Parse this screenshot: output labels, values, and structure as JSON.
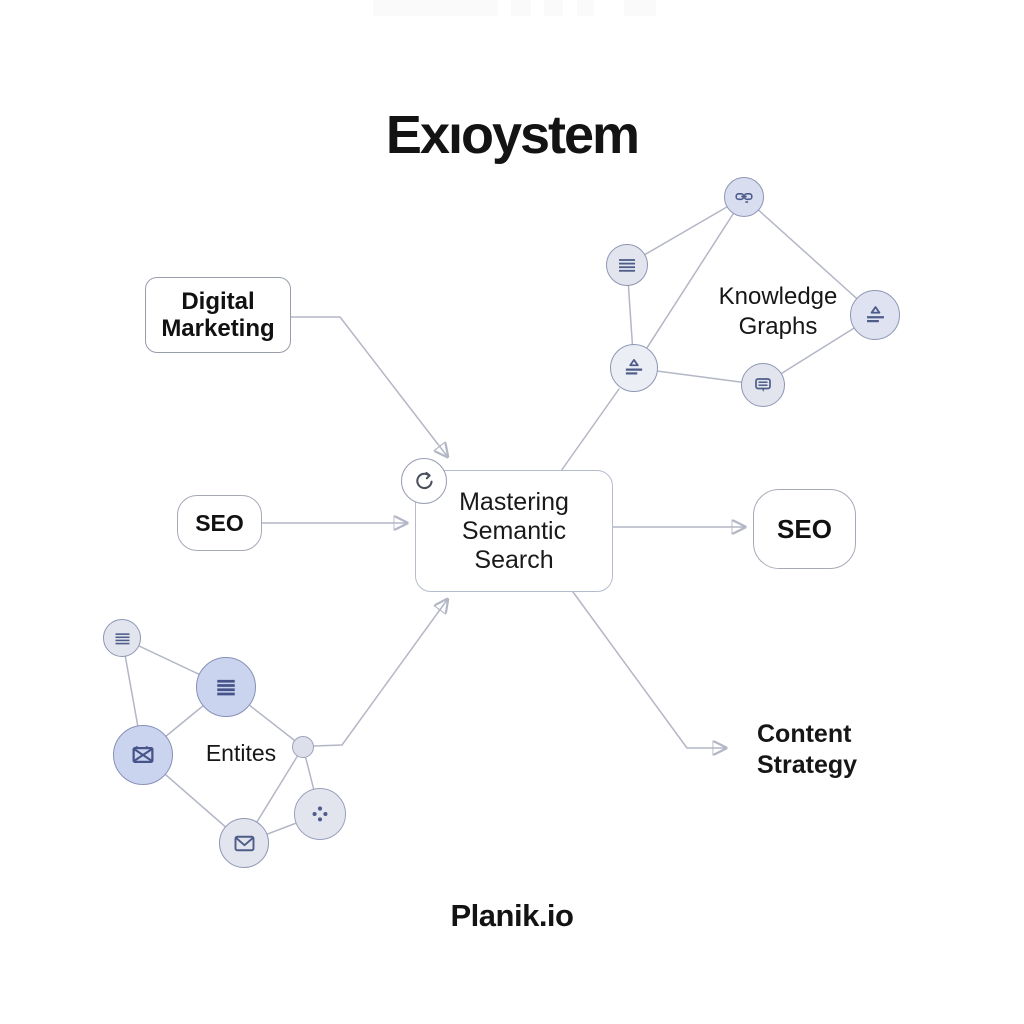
{
  "title": "Exıoystem",
  "watermark": "Planik.io",
  "central_box": {
    "line1": "Mastering",
    "line2": "Semantic",
    "line3": "Search",
    "badge_icon": "refresh-icon"
  },
  "boxes": {
    "digital_marketing": {
      "line1": "Digital",
      "line2": "Marketing"
    },
    "seo_left": {
      "label": "SEO"
    },
    "seo_right": {
      "label": "SEO"
    }
  },
  "labels": {
    "knowledge_graphs": {
      "line1": "Knowledge",
      "line2": "Graphs"
    },
    "entities": {
      "label": "Entites"
    },
    "content_strategy": {
      "line1": "Content",
      "line2": "Strategy"
    }
  },
  "icons": {
    "central_badge": "refresh-icon",
    "knowledge_graphs_cluster": [
      "link-icon",
      "list-lines-icon",
      "document-chart-icon",
      "document-chart-icon",
      "speech-bubble-icon"
    ],
    "entities_cluster": [
      "list-lines-icon",
      "list-lines-icon",
      "envelope-cross-icon",
      "envelope-icon",
      "connector-dot",
      "scatter-dots-icon"
    ]
  },
  "colors": {
    "background": "#ffffff",
    "edge": "#b3b7c5",
    "arrowhead": "#9ba0b2",
    "node_fill_light": "#e3e5ee",
    "node_fill_blue": "#cbd4ee",
    "node_stroke": "#8e96b4",
    "icon_stroke": "#4e5c8a",
    "box_border": "#9aa0ae",
    "text": "#151515"
  }
}
